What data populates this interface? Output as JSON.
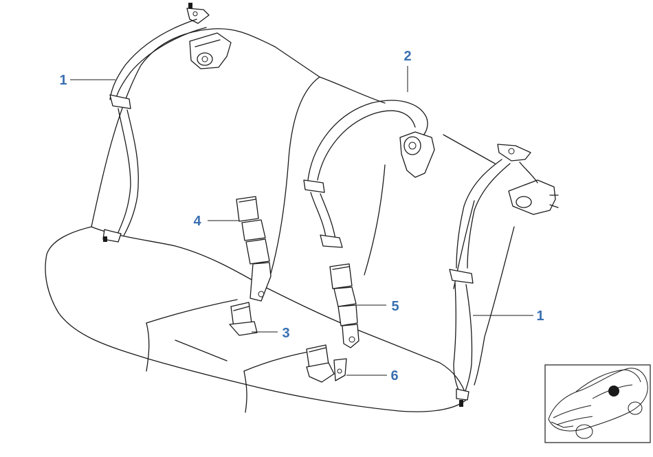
{
  "diagram": {
    "callouts": [
      {
        "id": "c1a",
        "label": "1"
      },
      {
        "id": "c2",
        "label": "2"
      },
      {
        "id": "c4",
        "label": "4"
      },
      {
        "id": "c5",
        "label": "5"
      },
      {
        "id": "c3",
        "label": "3"
      },
      {
        "id": "c6",
        "label": "6"
      },
      {
        "id": "c1b",
        "label": "1"
      }
    ],
    "colors": {
      "callout": "#3a6fb0",
      "line": "#1a1a1a",
      "background": "#ffffff"
    }
  },
  "thumbnail": {
    "icon": "car-location-icon"
  }
}
